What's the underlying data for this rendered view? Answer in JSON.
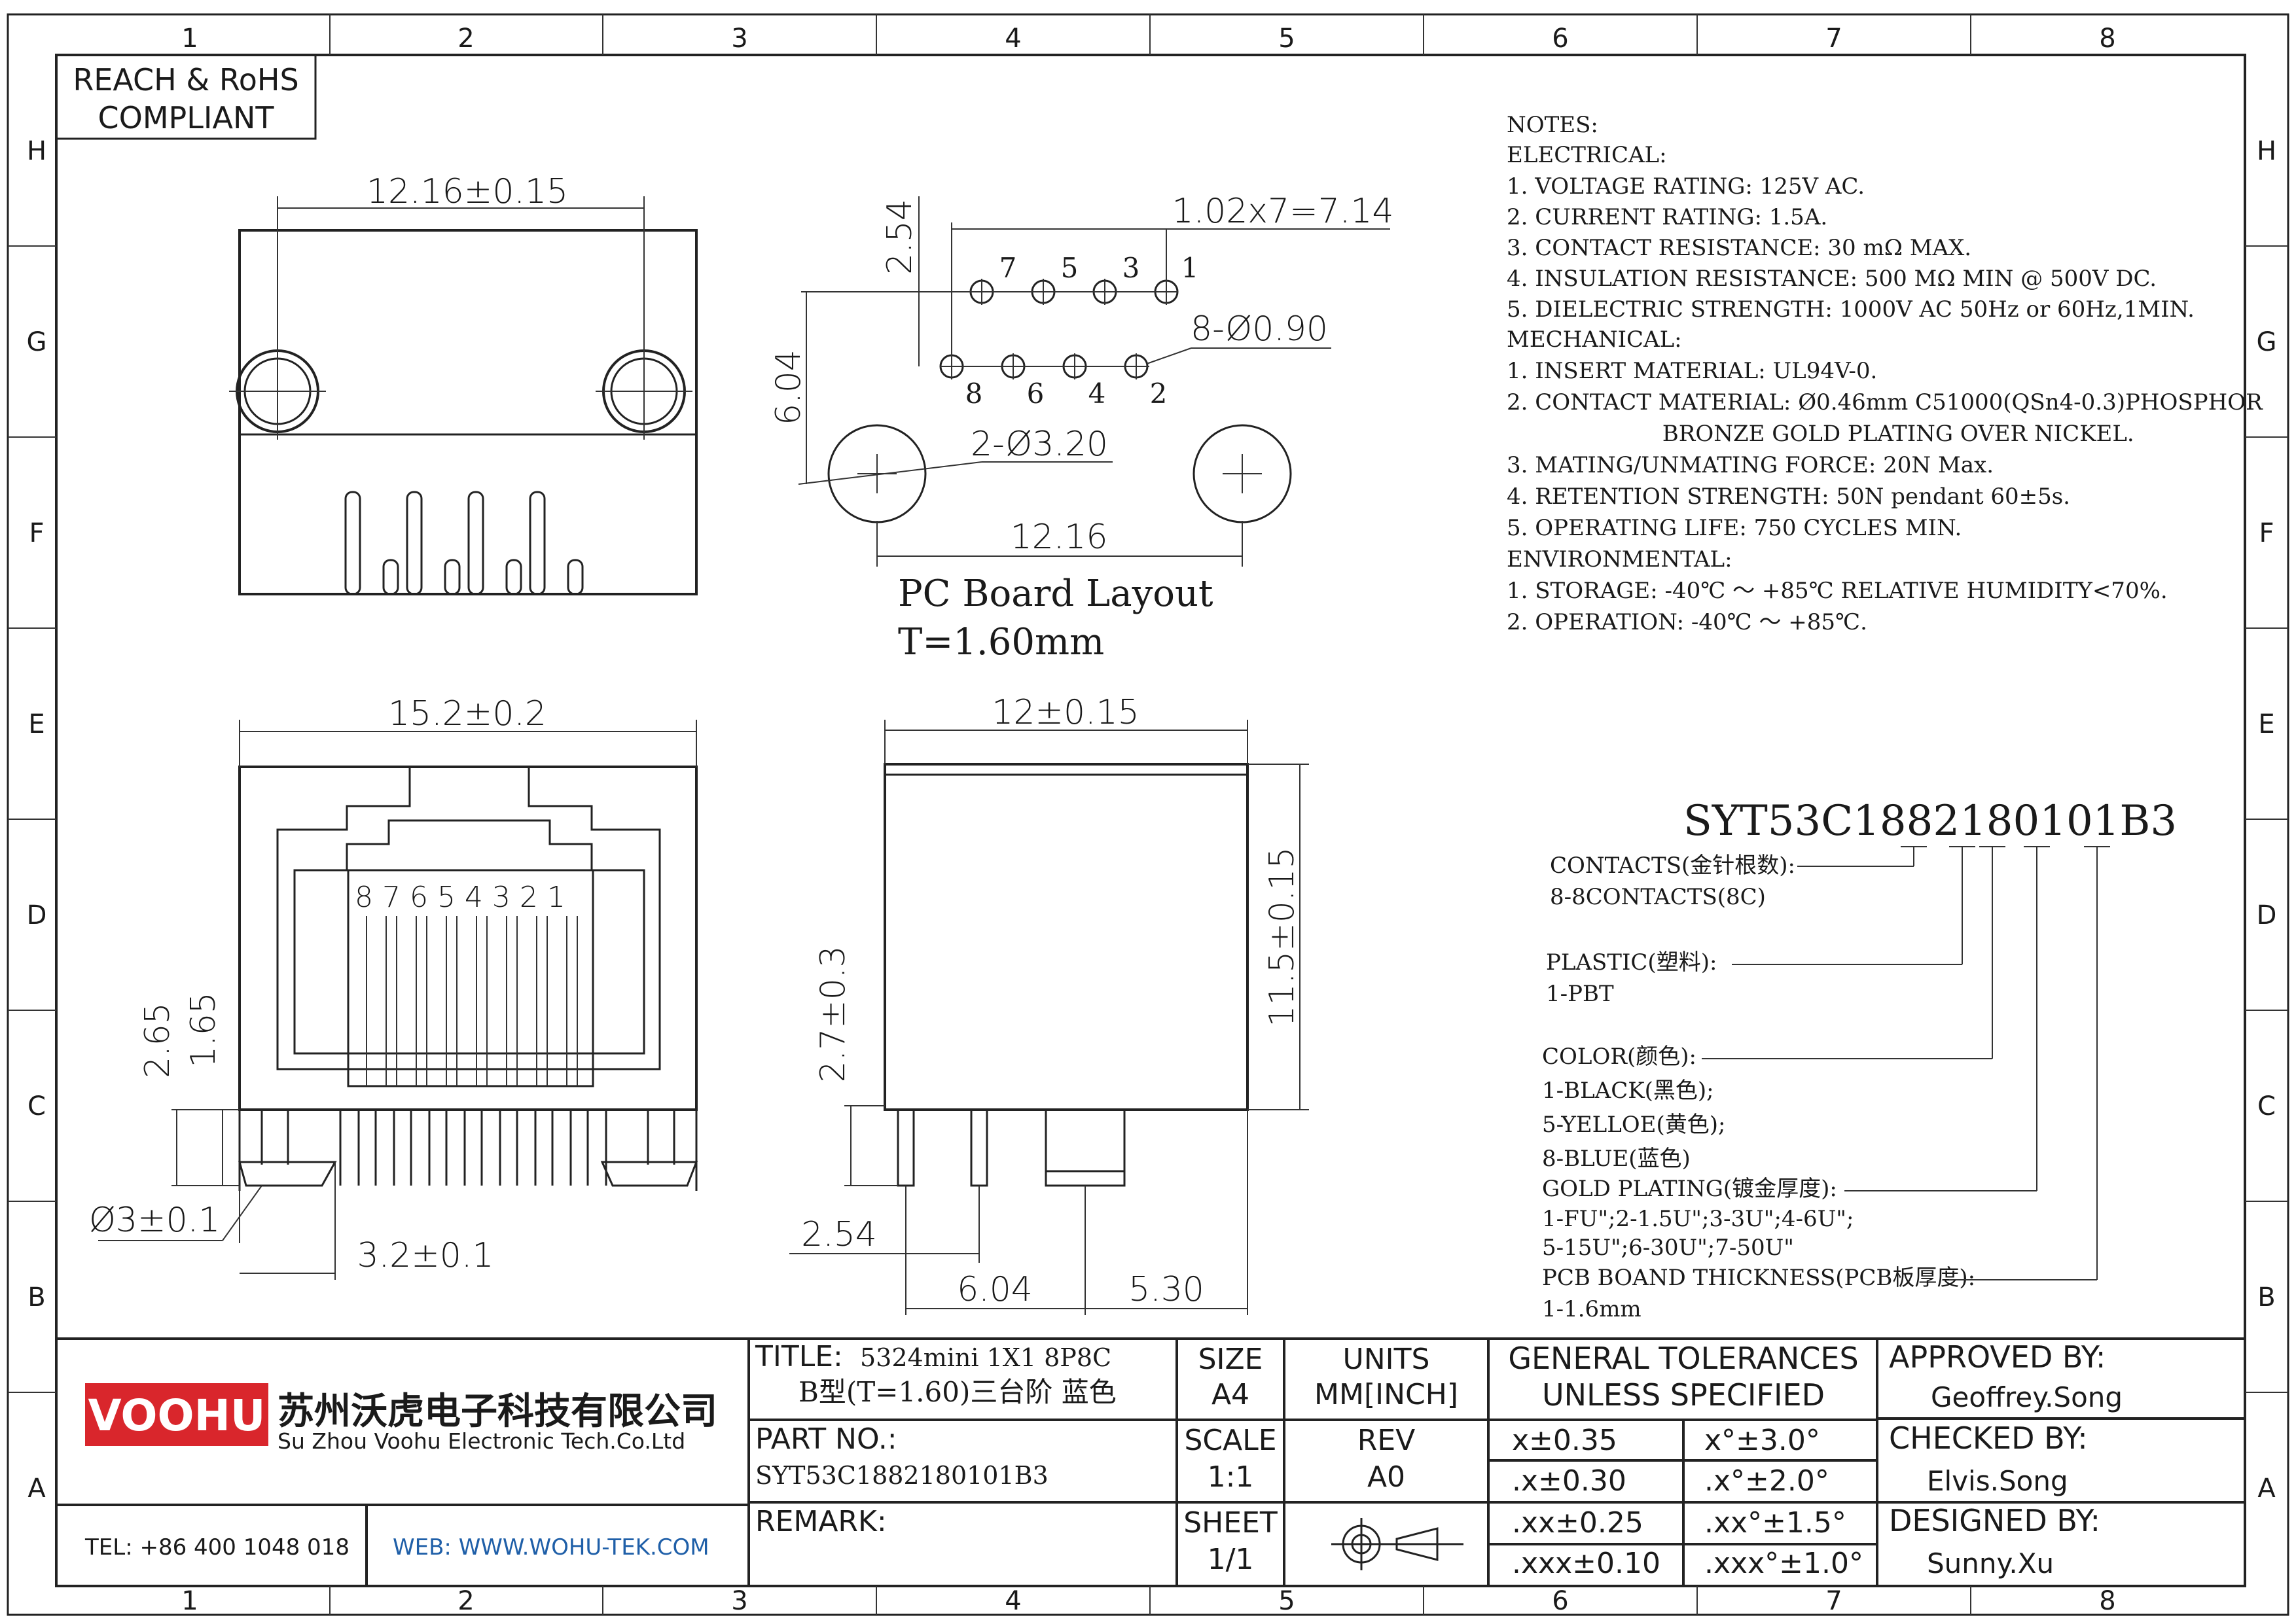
{
  "compliance": [
    "REACH & RoHS",
    "COMPLIANT"
  ],
  "grid": {
    "columns": [
      "1",
      "2",
      "3",
      "4",
      "5",
      "6",
      "7",
      "8"
    ],
    "rows": [
      "H",
      "G",
      "F",
      "E",
      "D",
      "C",
      "B",
      "A"
    ]
  },
  "notes": [
    "NOTES:",
    "ELECTRICAL:",
    "1.  VOLTAGE RATING: 125V AC.",
    "2.  CURRENT RATING: 1.5A.",
    "3.  CONTACT RESISTANCE: 30 mΩ  MAX.",
    "4.  INSULATION RESISTANCE: 500 MΩ  MIN @ 500V DC.",
    "5.  DIELECTRIC STRENGTH: 1000V AC 50Hz or 60Hz,1MIN.",
    "MECHANICAL:",
    "1.  INSERT MATERIAL: UL94V-0.",
    "2.  CONTACT MATERIAL: Ø0.46mm C51000(QSn4-0.3)PHOSPHOR",
    "                      BRONZE GOLD PLATING OVER NICKEL.",
    "3.  MATING/UNMATING FORCE: 20N Max.",
    "4.  RETENTION STRENGTH: 50N pendant 60±5s.",
    "5.  OPERATING LIFE: 750 CYCLES MIN.",
    "ENVIRONMENTAL:",
    "1.  STORAGE: -40℃  ～  +85℃  RELATIVE HUMIDITY<70%.",
    "2.  OPERATION: -40℃  ～  +85℃."
  ],
  "dims": {
    "top_width": "12.16±0.15",
    "pcb_pitch_v": "2.54",
    "pcb_pitch_h": "1.02x7=7.14",
    "pcb_pin_holes": "8-Ø0.90",
    "pcb_row_offset": "6.04",
    "pcb_mount_holes": "2-Ø3.20",
    "pcb_span": "12.16",
    "front_width": "15.2±0.2",
    "front_h1": "2.65",
    "front_h2": "1.65",
    "front_post_dia": "Ø3±0.1",
    "front_post_offset": "3.2±0.1",
    "side_width": "12±0.15",
    "side_height": "11.5±0.15",
    "side_pin_len": "2.7±0.3",
    "side_d1": "2.54",
    "side_d2": "6.04",
    "side_d3": "5.30"
  },
  "pcb_pins_top": [
    "7",
    "5",
    "3",
    "1"
  ],
  "pcb_pins_bottom": [
    "8",
    "6",
    "4",
    "2"
  ],
  "front_pin_numbers": "8 7 6 5 4 3 2 1",
  "pcb_title": [
    "PC Board Layout",
    "T=1.60mm"
  ],
  "part_code": "SYT53C1882180101B3",
  "code_legend": [
    "CONTACTS(金针根数):",
    "8-8CONTACTS(8C)",
    "PLASTIC(塑料):",
    "1-PBT",
    "COLOR(颜色):",
    "1-BLACK(黑色);",
    "5-YELLOE(黄色);",
    "8-BLUE(蓝色)",
    "GOLD PLATING(镀金厚度):",
    "1-FU\";2-1.5U\";3-3U\";4-6U\";",
    "5-15U\";6-30U\";7-50U\"",
    "PCB BOAND THICKNESS(PCB板厚度):",
    "1-1.6mm"
  ],
  "title_block": {
    "company_logo": "VOOHU",
    "company_cn": "苏州沃虎电子科技有限公司",
    "company_en": "Su Zhou Voohu Electronic Tech.Co.Ltd",
    "tel": "TEL: +86 400 1048 018",
    "web": "WEB: WWW.WOHU-TEK.COM",
    "title_label": "TITLE:",
    "title_line1": "5324mini  1X1  8P8C",
    "title_line2": "B型(T=1.60)三台阶  蓝色",
    "part_no_label": "PART NO.:",
    "part_no": "SYT53C1882180101B3",
    "remark_label": "REMARK:",
    "size_label": "SIZE",
    "size": "A4",
    "units_label": "UNITS",
    "units": "MM[INCH]",
    "scale_label": "SCALE",
    "scale": "1:1",
    "rev_label": "REV",
    "rev": "A0",
    "sheet_label": "SHEET",
    "sheet": "1/1",
    "tol_title1": "GENERAL TOLERANCES",
    "tol_title2": "UNLESS SPECIFIED",
    "tol": [
      [
        "x±0.35",
        "x°±3.0°"
      ],
      [
        ".x±0.30",
        ".x°±2.0°"
      ],
      [
        ".xx±0.25",
        ".xx°±1.5°"
      ],
      [
        ".xxx±0.10",
        ".xxx°±1.0°"
      ]
    ],
    "approved_label": "APPROVED BY:",
    "approved": "Geoffrey.Song",
    "checked_label": "CHECKED BY:",
    "checked": "Elvis.Song",
    "designed_label": "DESIGNED BY:",
    "designed": "Sunny.Xu"
  },
  "colors": {
    "logo_red": "#d9262c",
    "web_blue": "#1f5fa8",
    "line": "#222222"
  }
}
